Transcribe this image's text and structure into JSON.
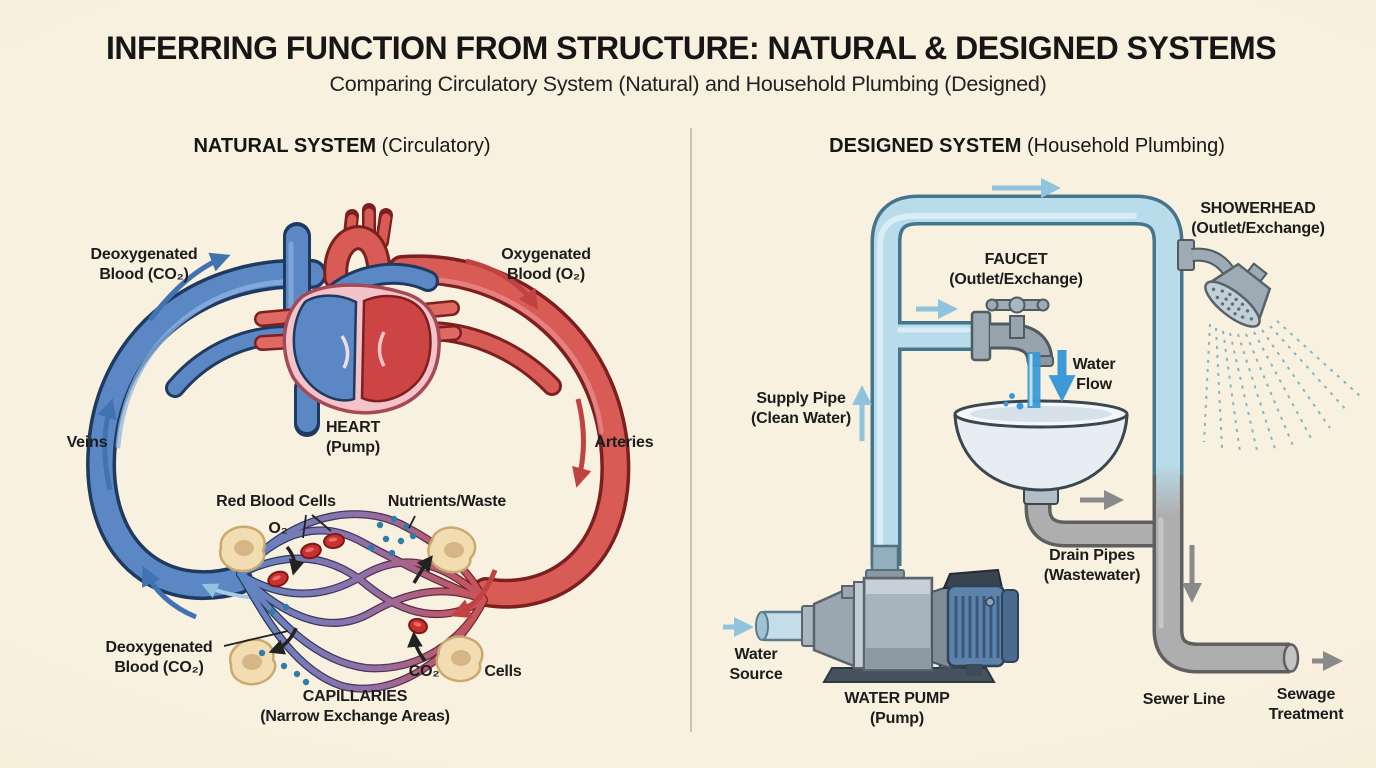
{
  "title": "INFERRING FUNCTION FROM STRUCTURE: NATURAL & DESIGNED SYSTEMS",
  "subtitle": "Comparing Circulatory System (Natural) and Household Plumbing (Designed)",
  "panels": {
    "natural": {
      "heading_bold": "NATURAL SYSTEM",
      "heading_rest": " (Circulatory)",
      "labels": {
        "deoxygenated_top": "Deoxygenated\nBlood (CO₂)",
        "oxygenated_top": "Oxygenated\nBlood (O₂)",
        "veins": "Veins",
        "arteries": "Arteries",
        "heart": "HEART\n(Pump)",
        "red_blood_cells": "Red Blood Cells",
        "nutrients_waste": "Nutrients/Waste",
        "o2": "O₂",
        "deoxygenated_bottom": "Deoxygenated\nBlood (CO₂)",
        "co2": "CO₂",
        "cells": "Cells",
        "capillaries": "CAPILLARIES\n(Narrow Exchange Areas)"
      }
    },
    "designed": {
      "heading_bold": "DESIGNED SYSTEM",
      "heading_rest": " (Household Plumbing)",
      "labels": {
        "showerhead": "SHOWERHEAD\n(Outlet/Exchange)",
        "faucet": "FAUCET\n(Outlet/Exchange)",
        "supply_pipe": "Supply Pipe\n(Clean Water)",
        "water_flow": "Water\nFlow",
        "drain_pipes": "Drain Pipes\n(Wastewater)",
        "water_source": "Water\nSource",
        "water_pump": "WATER PUMP\n(Pump)",
        "sewer_line": "Sewer Line",
        "sewage_treatment": "Sewage\nTreatment"
      }
    }
  },
  "colors": {
    "background": "#f8f0dc",
    "vein_blue": "#5b87c5",
    "artery_red": "#d85c55",
    "pipe_blue": "#b9dcea",
    "pipe_gray": "#aeaeae",
    "water_blue": "#3d9ad6",
    "cell_tan": "#f2ddb3",
    "text": "#1c1c1c"
  }
}
